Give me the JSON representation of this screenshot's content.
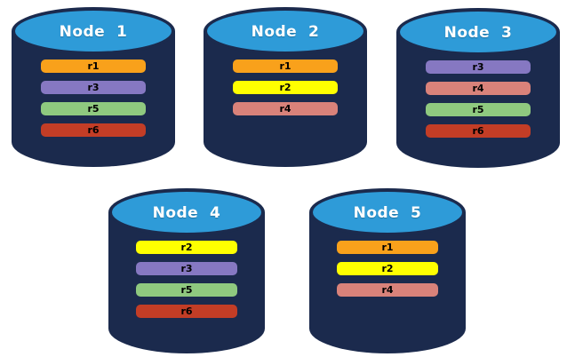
{
  "diagram": {
    "title": "database-nodes-replica-distribution",
    "colors": {
      "cylinder_body": "#1B2A4D",
      "cylinder_top": "#2E9BD8",
      "label_text": "#FFFFFF",
      "bar_text": "#000000",
      "replica": {
        "r1": "#F9A11B",
        "r2": "#FFFF00",
        "r3": "#8678C2",
        "r4": "#D9827A",
        "r5": "#8FC97F",
        "r6": "#C33D26"
      }
    },
    "nodes": [
      {
        "label": "Node  1",
        "replicas": [
          "r1",
          "r3",
          "r5",
          "r6"
        ]
      },
      {
        "label": "Node  2",
        "replicas": [
          "r1",
          "r2",
          "r4"
        ]
      },
      {
        "label": "Node  3",
        "replicas": [
          "r3",
          "r4",
          "r5",
          "r6"
        ]
      },
      {
        "label": "Node  4",
        "replicas": [
          "r2",
          "r3",
          "r5",
          "r6"
        ]
      },
      {
        "label": "Node  5",
        "replicas": [
          "r1",
          "r2",
          "r4"
        ]
      }
    ]
  }
}
